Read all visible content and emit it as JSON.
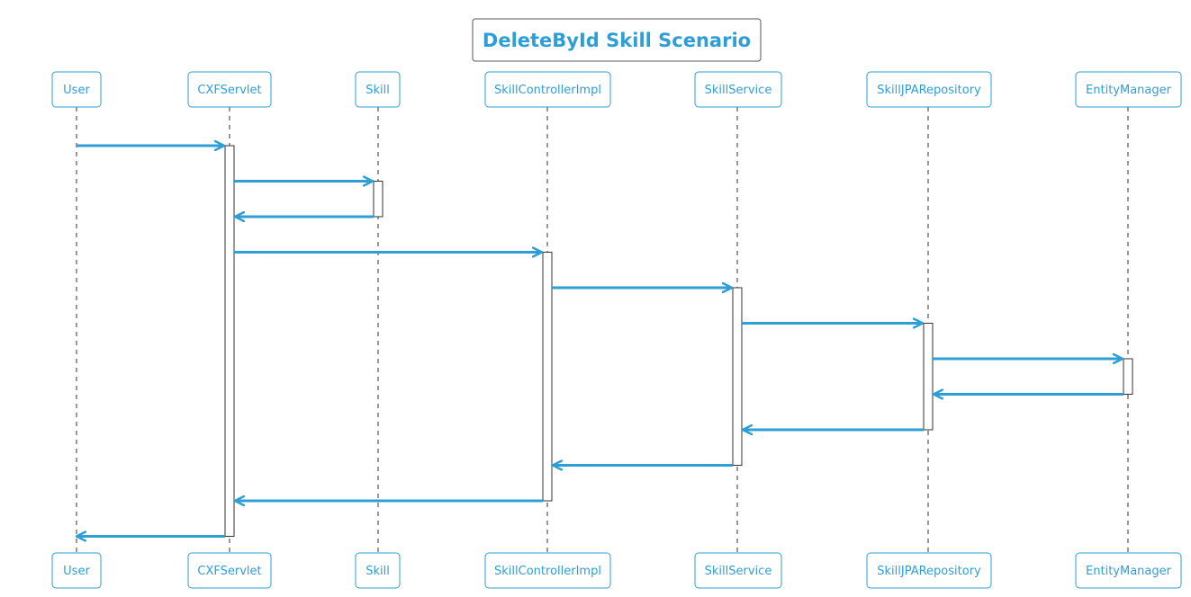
{
  "title": "DeleteById Skill Scenario",
  "colors": {
    "accent": "#2e9fd6",
    "text": "#2e9fd6",
    "lifeline": "#333333",
    "activation_border": "#333333",
    "title_border": "#555555"
  },
  "participants": [
    {
      "id": "user",
      "label": "User"
    },
    {
      "id": "cxfservlet",
      "label": "CXFServlet"
    },
    {
      "id": "skill",
      "label": "Skill"
    },
    {
      "id": "skillcontrollerimpl",
      "label": "SkillControllerImpl"
    },
    {
      "id": "skillservice",
      "label": "SkillService"
    },
    {
      "id": "skilljparepository",
      "label": "SkillJPARepository"
    },
    {
      "id": "entitymanager",
      "label": "EntityManager"
    }
  ],
  "messages": [
    {
      "from": "user",
      "to": "cxfservlet",
      "label": ""
    },
    {
      "from": "cxfservlet",
      "to": "skill",
      "label": ""
    },
    {
      "from": "skill",
      "to": "cxfservlet",
      "label": ""
    },
    {
      "from": "cxfservlet",
      "to": "skillcontrollerimpl",
      "label": ""
    },
    {
      "from": "skillcontrollerimpl",
      "to": "skillservice",
      "label": ""
    },
    {
      "from": "skillservice",
      "to": "skilljparepository",
      "label": ""
    },
    {
      "from": "skilljparepository",
      "to": "entitymanager",
      "label": ""
    },
    {
      "from": "entitymanager",
      "to": "skilljparepository",
      "label": ""
    },
    {
      "from": "skilljparepository",
      "to": "skillservice",
      "label": ""
    },
    {
      "from": "skillservice",
      "to": "skillcontrollerimpl",
      "label": ""
    },
    {
      "from": "skillcontrollerimpl",
      "to": "cxfservlet",
      "label": ""
    },
    {
      "from": "cxfservlet",
      "to": "user",
      "label": ""
    }
  ],
  "activations": [
    {
      "participant": "cxfservlet",
      "from_message": 0,
      "to_message": 11
    },
    {
      "participant": "skill",
      "from_message": 1,
      "to_message": 2
    },
    {
      "participant": "skillcontrollerimpl",
      "from_message": 3,
      "to_message": 10
    },
    {
      "participant": "skillservice",
      "from_message": 4,
      "to_message": 9
    },
    {
      "participant": "skilljparepository",
      "from_message": 5,
      "to_message": 8
    },
    {
      "participant": "entitymanager",
      "from_message": 6,
      "to_message": 7
    }
  ]
}
